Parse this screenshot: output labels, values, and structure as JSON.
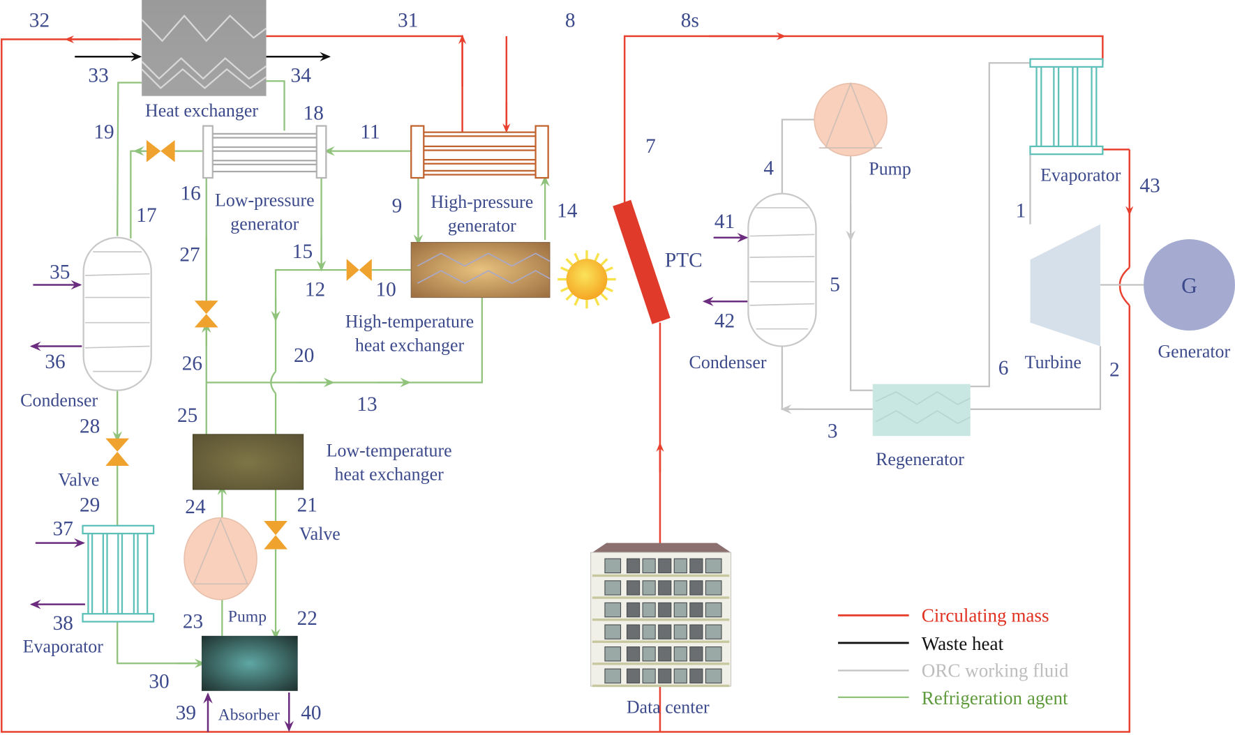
{
  "diagram": {
    "components": {
      "heat_exchanger": "Heat exchanger",
      "low_pressure_generator": [
        "Low-pressure",
        "generator"
      ],
      "high_pressure_generator": [
        "High-pressure",
        "generator"
      ],
      "high_temp_hx": [
        "High-temperature",
        "heat exchanger"
      ],
      "low_temp_hx": [
        "Low-temperature",
        "heat exchanger"
      ],
      "condenser_left": "Condenser",
      "valve_left": "Valve",
      "evaporator_left": "Evaporator",
      "pump_left": "Pump",
      "valve_mid": "Valve",
      "absorber": "Absorber",
      "ptc": "PTC",
      "data_center": "Data center",
      "pump_right": "Pump",
      "condenser_right": "Condenser",
      "regenerator": "Regenerator",
      "evaporator_right": "Evaporator",
      "turbine": "Turbine",
      "generator": "Generator",
      "generator_symbol": "G"
    },
    "state_points": {
      "p1": "1",
      "p2": "2",
      "p3": "3",
      "p4": "4",
      "p5": "5",
      "p6": "6",
      "p7": "7",
      "p8": "8",
      "p8s": "8s",
      "p9": "9",
      "p10": "10",
      "p11": "11",
      "p12": "12",
      "p13": "13",
      "p14": "14",
      "p15": "15",
      "p16": "16",
      "p17": "17",
      "p18": "18",
      "p19": "19",
      "p20": "20",
      "p21": "21",
      "p22": "22",
      "p23": "23",
      "p24": "24",
      "p25": "25",
      "p26": "26",
      "p27": "27",
      "p28": "28",
      "p29": "29",
      "p30": "30",
      "p31": "31",
      "p32": "32",
      "p33": "33",
      "p34": "34",
      "p35": "35",
      "p36": "36",
      "p37": "37",
      "p38": "38",
      "p39": "39",
      "p40": "40",
      "p41": "41",
      "p42": "42",
      "p43": "43"
    },
    "legend": [
      {
        "label": "Circulating mass",
        "color": "#e8412f",
        "text_color": "#e03020"
      },
      {
        "label": "Waste heat",
        "color": "#111111",
        "text_color": "#111111"
      },
      {
        "label": "ORC working fluid",
        "color": "#c2c2c2",
        "text_color": "#bdbdbd"
      },
      {
        "label": "Refrigeration agent",
        "color": "#8fc27a",
        "text_color": "#5f9a3c"
      }
    ]
  }
}
